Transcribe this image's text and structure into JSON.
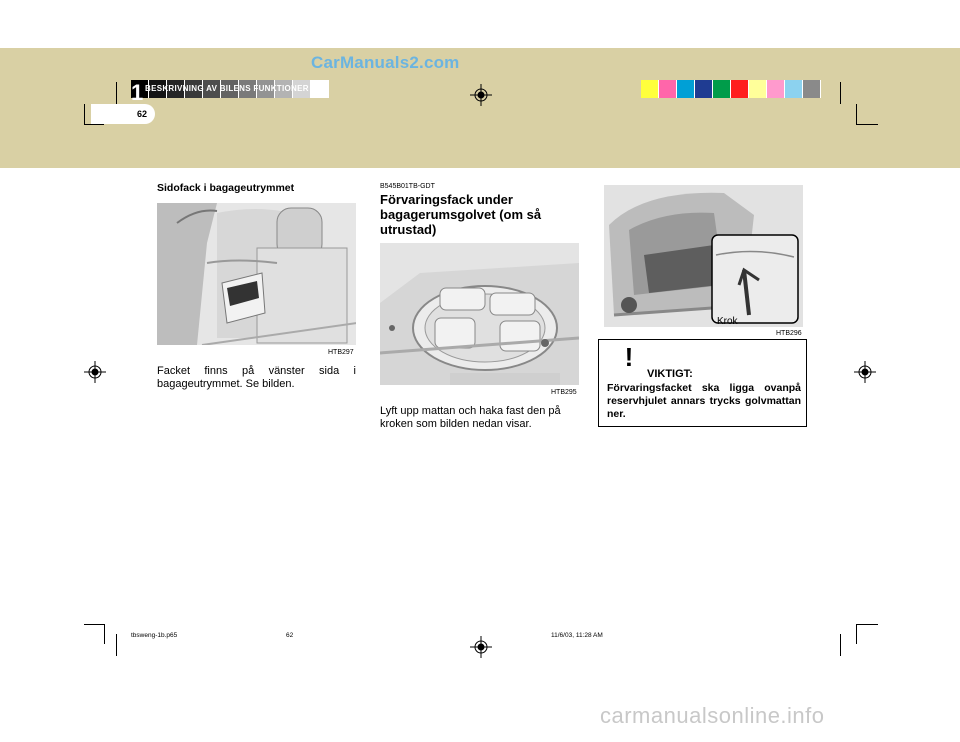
{
  "header": {
    "watermark": "CarManuals2.com",
    "chapter_number": "1",
    "chapter_title": "BESKRIVNING AV BILENS FUNKTIONER",
    "page_number": "62",
    "band_color": "#d9d0a4"
  },
  "color_bar_left": [
    "#000000",
    "#141414",
    "#262626",
    "#3a3a3a",
    "#4d4d4d",
    "#636363",
    "#7a7a7a",
    "#939393",
    "#b3b3b3",
    "#d4d4d4",
    "#ffffff"
  ],
  "color_bar_right": [
    "#ffff3c",
    "#ff66aa",
    "#00a0d6",
    "#1f3c92",
    "#009c4a",
    "#ff1e1e",
    "#ffff9a",
    "#ff9acd",
    "#8cd2ef",
    "#8a8a8a"
  ],
  "left_column": {
    "heading": "Sidofack i bagageutrymmet",
    "figure_code": "HTB297",
    "body": "Facket finns på vänster sida i bagageutrymmet. Se bilden."
  },
  "middle_column": {
    "section_code": "B545B01TB-GDT",
    "heading": "Förvaringsfack under bagagerumsgolvet (om så utrustad)",
    "figure_code": "HTB295",
    "body": "Lyft upp mattan och haka fast den på kroken som bilden nedan visar."
  },
  "right_column": {
    "figure_code": "HTB296",
    "callout_label": "Krok",
    "warning": {
      "icon": "exclamation-icon",
      "title": "VIKTIGT:",
      "text": "Förvaringsfacket ska ligga ovanpå reservhjulet annars trycks golvmattan ner."
    }
  },
  "footer": {
    "file": "tbsweng-1b.p65",
    "page": "62",
    "timestamp": "11/6/03, 11:28 AM"
  },
  "site_footer": "carmanualsonline.info"
}
